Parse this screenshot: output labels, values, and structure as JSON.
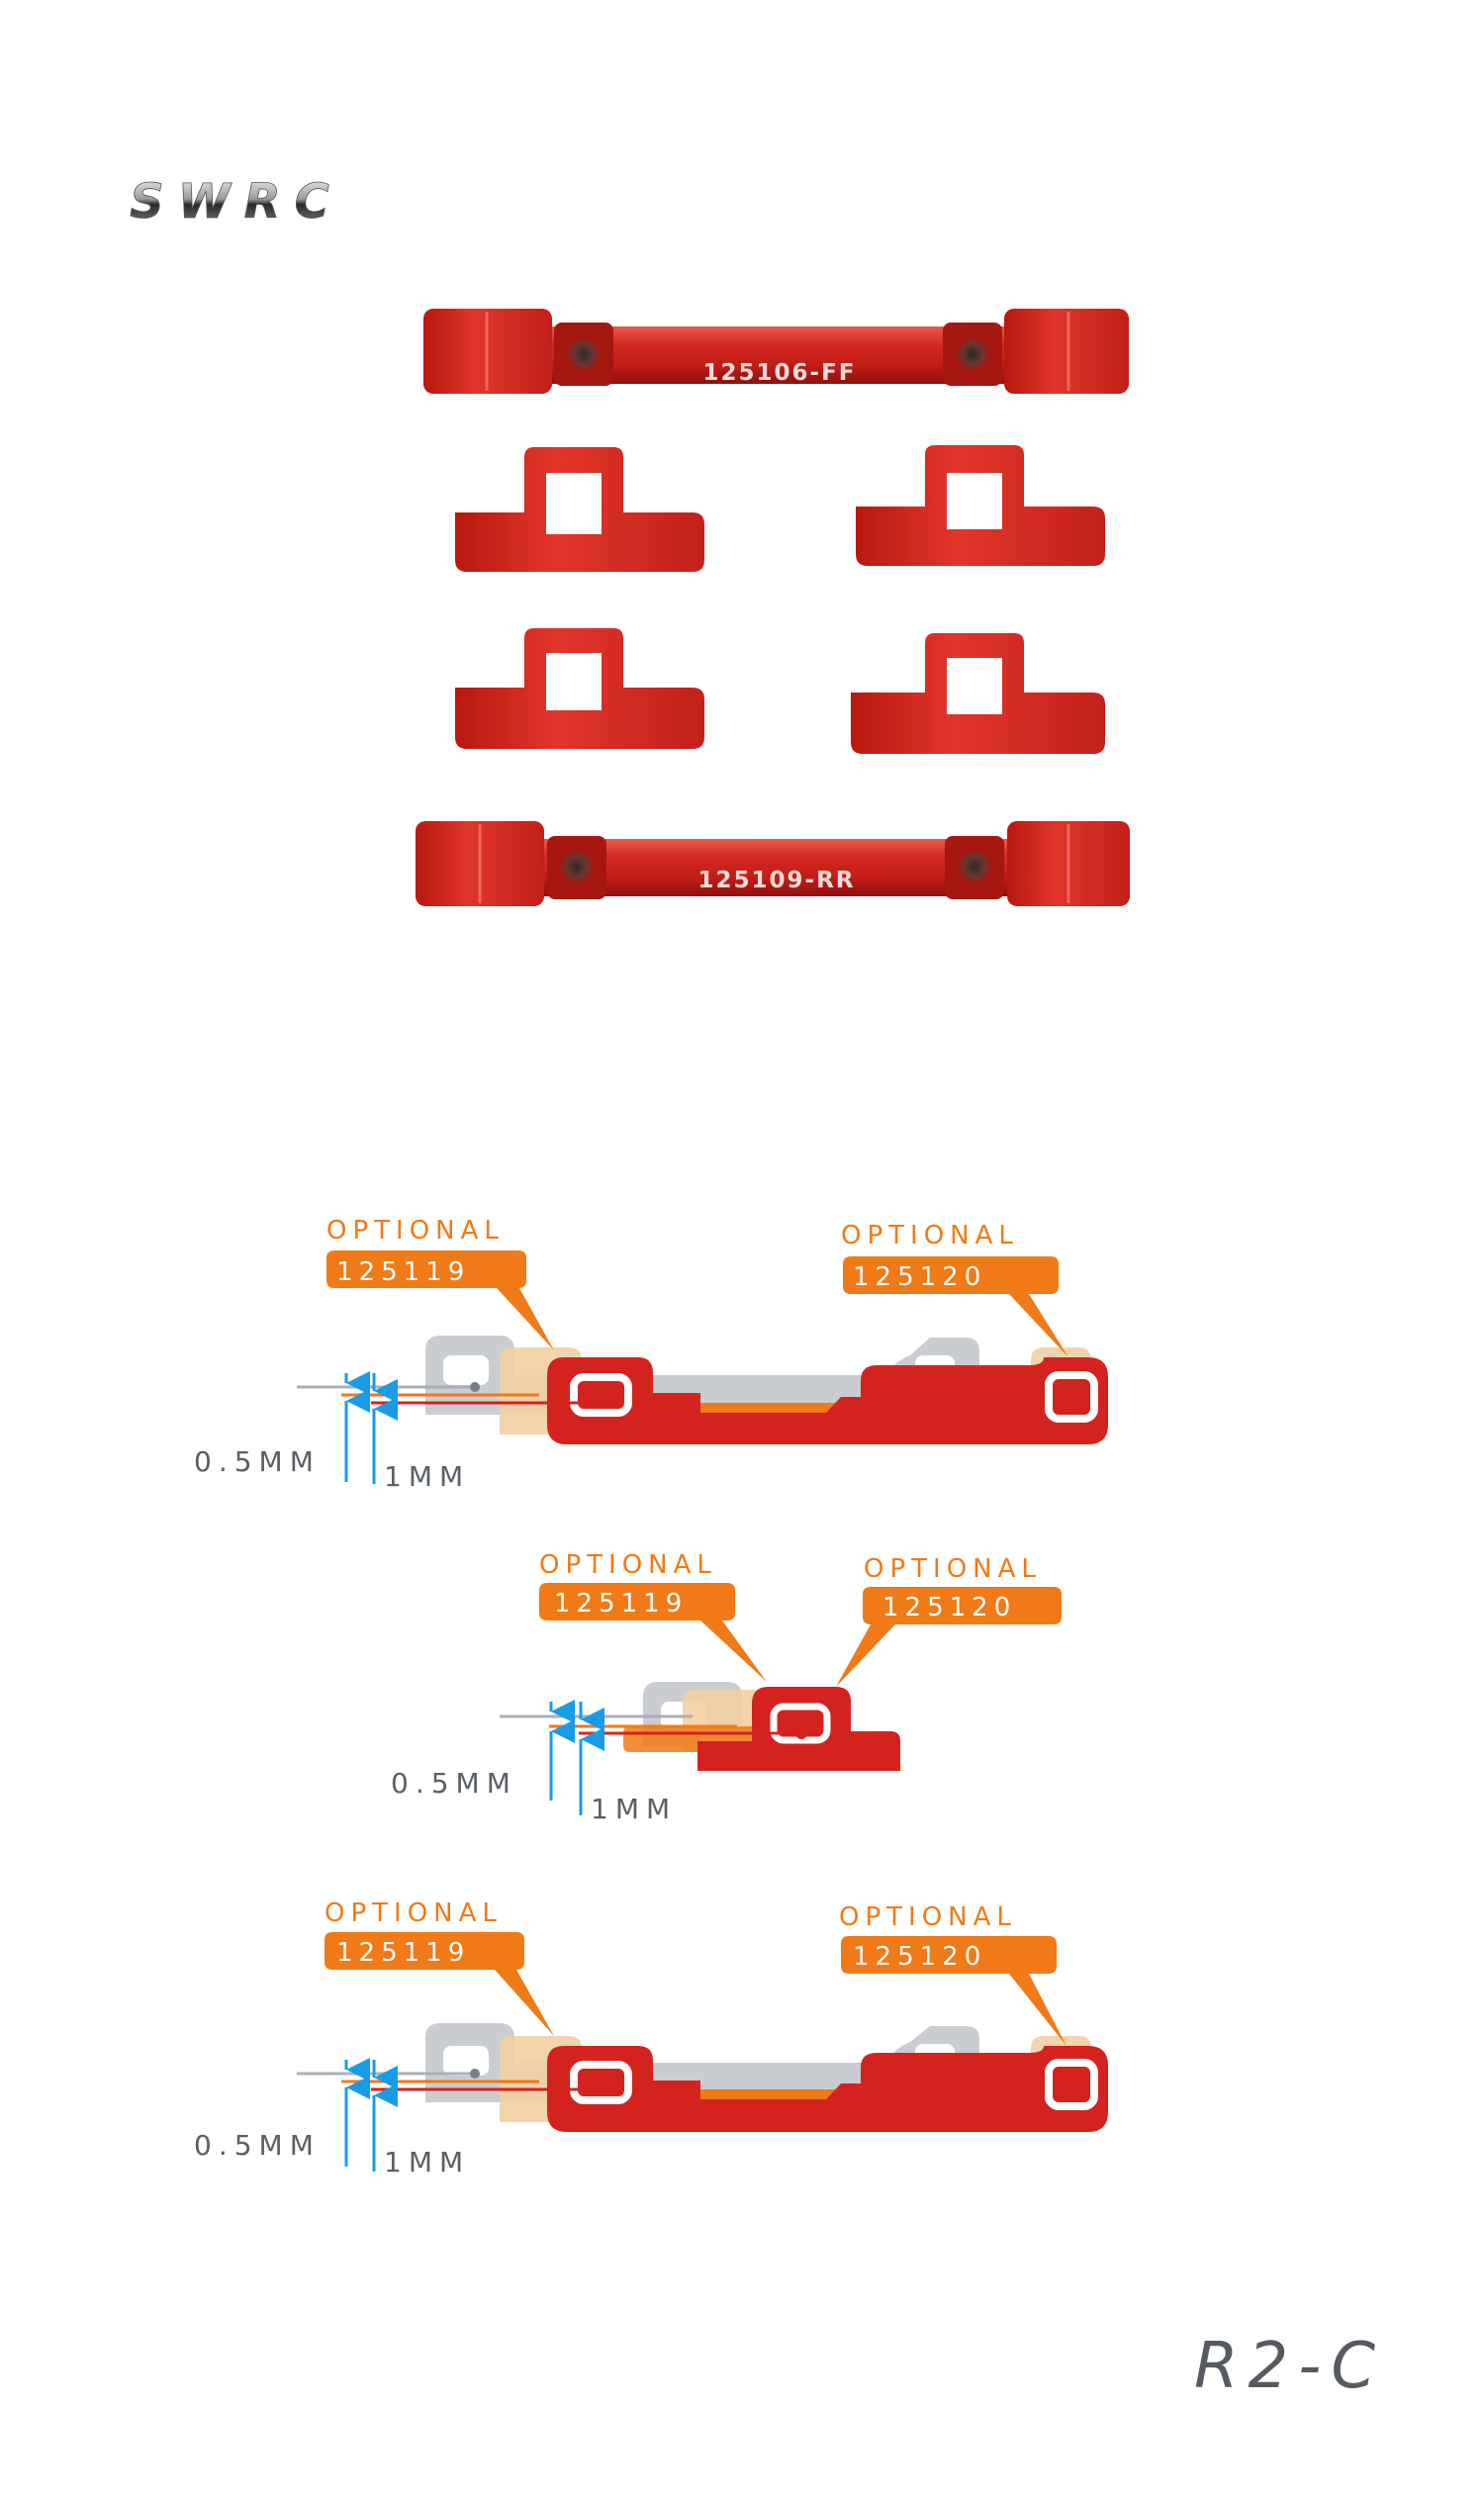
{
  "brand": {
    "logo_text": "SWRC"
  },
  "parts": {
    "front_bar_label": "125106-FF",
    "rear_bar_label": "125109-RR"
  },
  "diagrams": [
    {
      "left_optional_title": "OPTIONAL",
      "left_optional_part": "125119",
      "right_optional_title": "OPTIONAL",
      "right_optional_part": "125120",
      "offset_small": "0.5MM",
      "offset_large": "1MM"
    },
    {
      "left_optional_title": "OPTIONAL",
      "left_optional_part": "125119",
      "right_optional_title": "OPTIONAL",
      "right_optional_part": "125120",
      "offset_small": "0.5MM",
      "offset_large": "1MM"
    },
    {
      "left_optional_title": "OPTIONAL",
      "left_optional_part": "125119",
      "right_optional_title": "OPTIONAL",
      "right_optional_part": "125120",
      "offset_small": "0.5MM",
      "offset_large": "1MM"
    }
  ],
  "model": "R2-C",
  "colors": {
    "part_red": "#d4231e",
    "accent_orange": "#f07a18",
    "ghost_gray": "#c9ccd0",
    "ghost_tan": "#f2cfa3",
    "arrow_blue": "#1a9be6"
  }
}
